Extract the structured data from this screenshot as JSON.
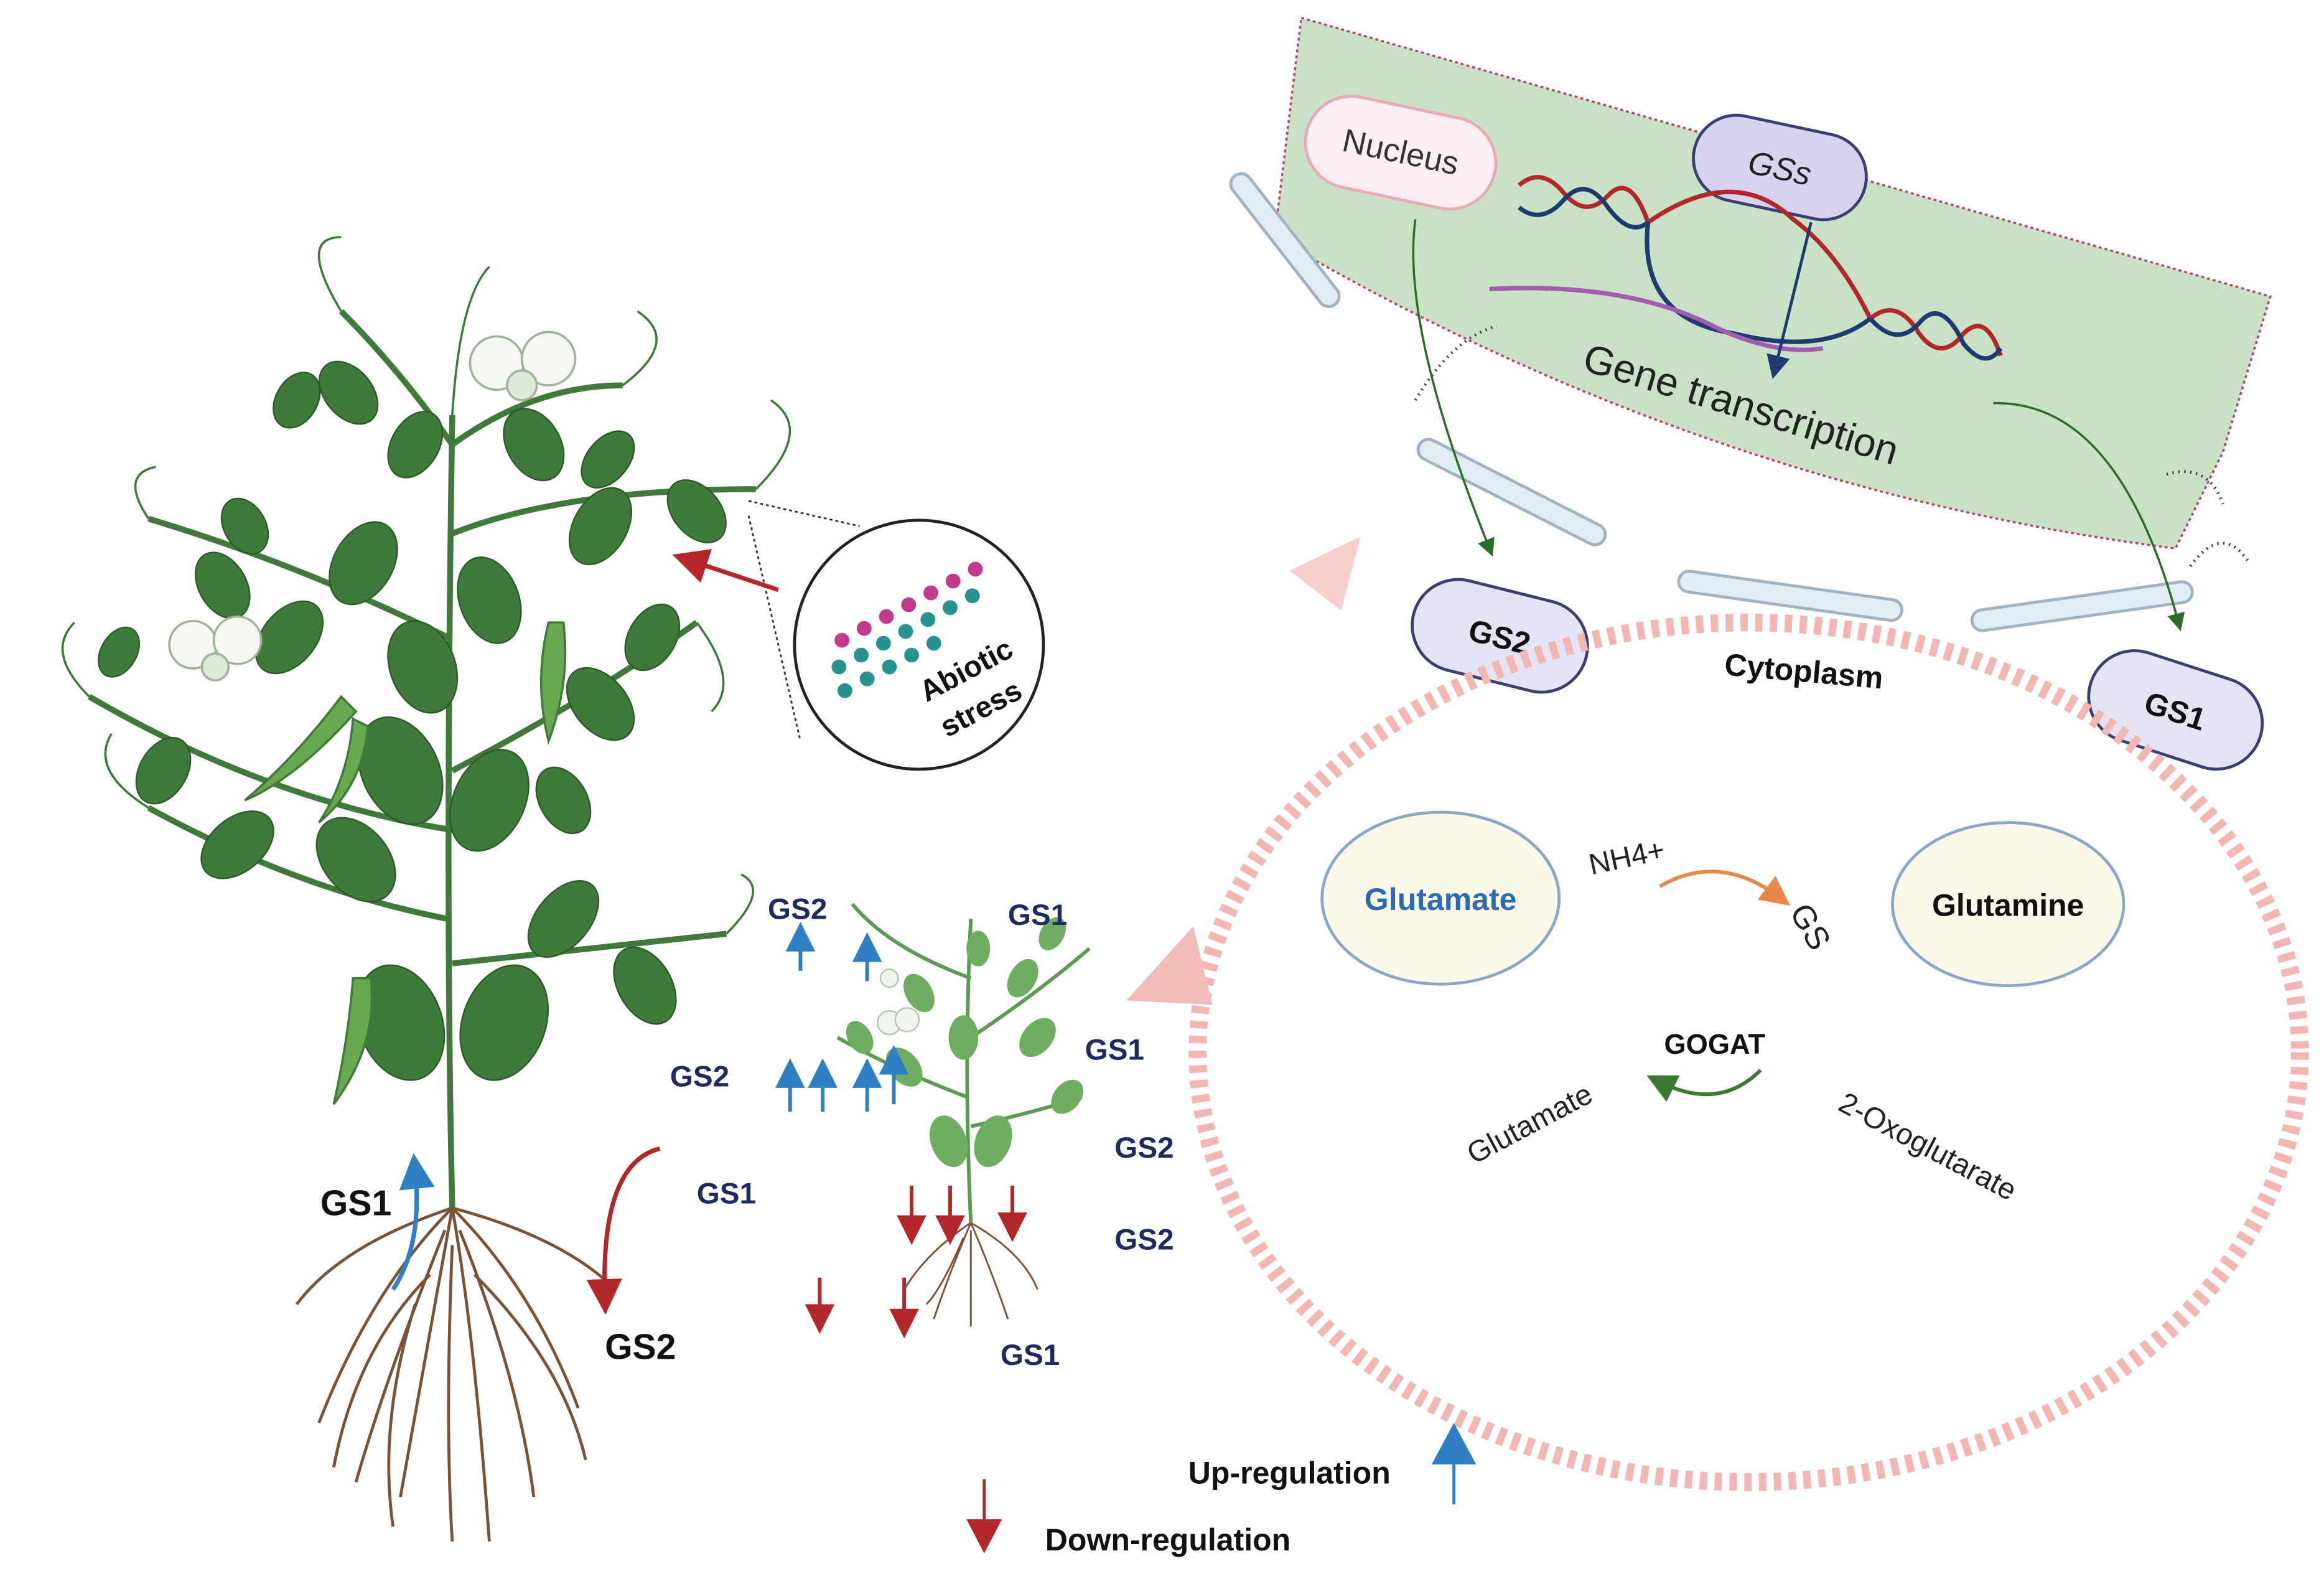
{
  "labels": {
    "nucleus": "Nucleus",
    "gss": "GSs",
    "gene_transcription": "Gene transcription",
    "gs2_top": "GS2",
    "cytoplasm": "Cytoplasm",
    "gs1_top": "GS1",
    "abiotic_stress_line1": "Abiotic",
    "abiotic_stress_line2": "stress",
    "glutamate_1": "Glutamate",
    "nh4": "NH4+",
    "gs_enzyme": "GS",
    "glutamine": "Glutamine",
    "gogat": "GOGAT",
    "glutamate_2": "Glutamate",
    "oxoglutarate": "2-Oxoglutarate",
    "small_gs2_top": "GS2",
    "small_gs1_top": "GS1",
    "small_gs2_left": "GS2",
    "small_gs1_right": "GS1",
    "small_gs1_mid": "GS1",
    "small_gs2_right1": "GS2",
    "small_gs2_right2": "GS2",
    "small_gs1_bottom": "GS1",
    "big_gs1": "GS1",
    "big_gs2": "GS2"
  },
  "legend": {
    "up": "Up-regulation",
    "down": "Down-regulation"
  },
  "colors": {
    "up_arrow": "#2f7fc4",
    "down_arrow": "#b3262a",
    "cell_fill": "#c9e2c6",
    "leaf": "#3f7a3a",
    "root": "#7a5235",
    "label_navy": "#1f2a60",
    "dashed_ring": "#f2b7b2"
  }
}
